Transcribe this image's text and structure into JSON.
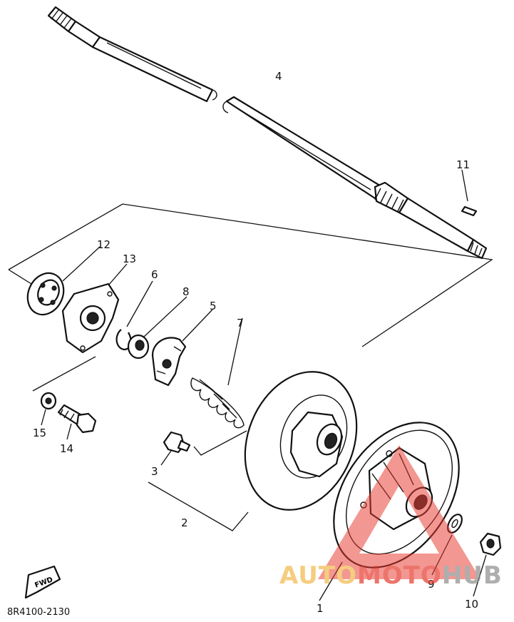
{
  "diagram": {
    "drawing_code": "8R4100-2130",
    "direction_badge": "FWD",
    "refs": [
      "1",
      "2",
      "3",
      "4",
      "5",
      "6",
      "7",
      "8",
      "9",
      "10",
      "11",
      "12",
      "13",
      "14",
      "15"
    ]
  },
  "watermark": {
    "word_a": "AUTO",
    "word_b": "MOTO",
    "word_c": "HUB",
    "color_a": "#f2b84b",
    "color_b": "#e63a2e",
    "color_c": "#8c8c8c"
  }
}
